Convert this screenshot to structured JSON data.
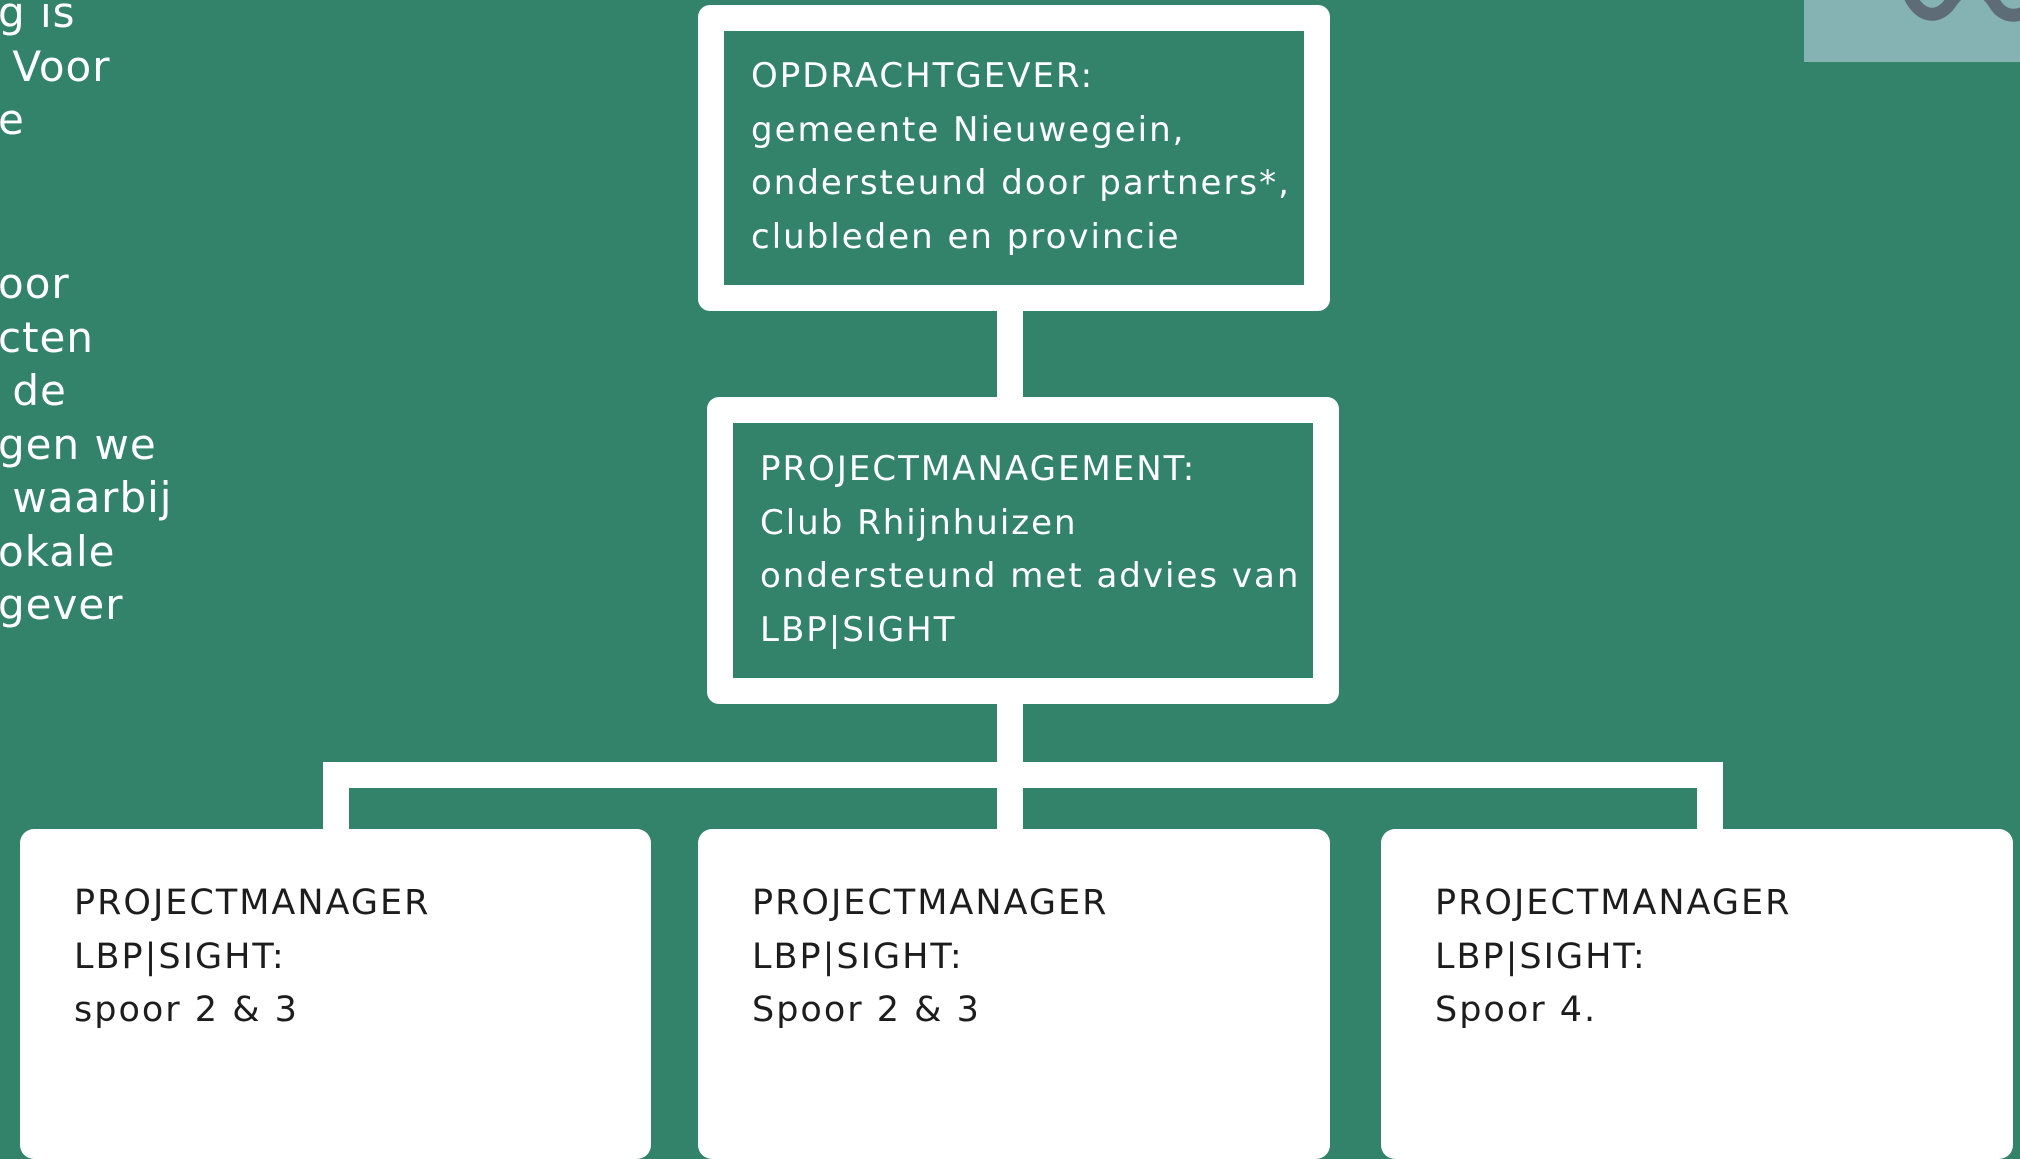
{
  "side_text": {
    "lines_top": [
      "g is",
      " Voor",
      "e"
    ],
    "lines_bottom": [
      "oor",
      "cten",
      " de",
      "gen we",
      " waarbij",
      "okale",
      "gever"
    ]
  },
  "org_chart": {
    "client": {
      "lines": [
        "OPDRACHTGEVER:",
        "gemeente Nieuwegein,",
        "ondersteund door partners*,",
        "clubleden en provincie"
      ]
    },
    "project_management": {
      "lines": [
        "PROJECTMANAGEMENT:",
        "Club Rhijnhuizen",
        "ondersteund met  advies van",
        "LBP|SIGHT"
      ]
    },
    "managers": [
      {
        "lines": [
          "PROJECTMANAGER",
          "LBP|SIGHT:",
          "spoor 2 & 3"
        ]
      },
      {
        "lines": [
          "PROJECTMANAGER",
          "LBP|SIGHT:",
          "Spoor 2 & 3"
        ]
      },
      {
        "lines": [
          "PROJECTMANAGER",
          "LBP|SIGHT:",
          "Spoor 4."
        ]
      }
    ]
  },
  "colors": {
    "background": "#33826a",
    "box": "#ffffff",
    "card_text": "#1d1d1d",
    "corner_patch": "#85b2b3",
    "corner_icon": "#5e6c77"
  },
  "icons": {
    "corner": "wave-icon"
  }
}
